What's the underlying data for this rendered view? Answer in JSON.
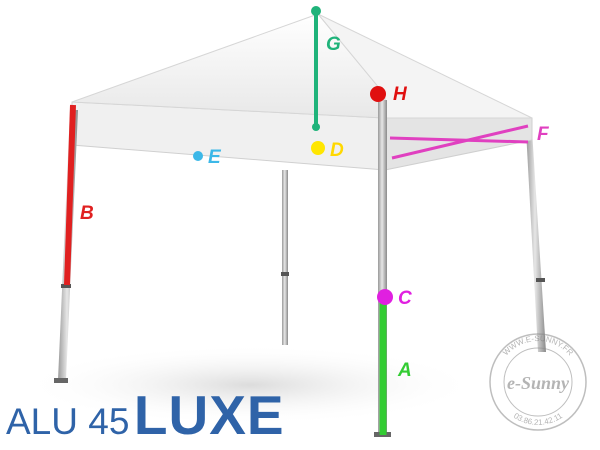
{
  "product": {
    "model": "ALU 45",
    "edition": "LUXE"
  },
  "labels": {
    "a": "A",
    "b": "B",
    "c": "C",
    "d": "D",
    "e": "E",
    "f": "F",
    "g": "G",
    "h": "H"
  },
  "watermark": {
    "brand": "e-Sunny",
    "website": "WWW.E-SUNNY.FR",
    "phone": "03.86.21.42.11"
  },
  "colors": {
    "a": "#33cc33",
    "b": "#e02020",
    "c": "#e020e0",
    "d": "#ffe600",
    "e": "#3cb8e8",
    "f": "#e040c0",
    "g": "#1fb37a",
    "h": "#e01010",
    "title": "#2f63a8"
  }
}
